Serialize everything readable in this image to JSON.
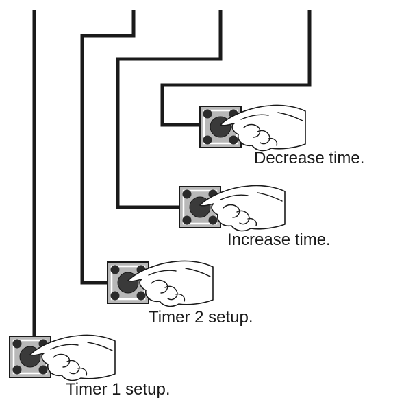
{
  "buttons": [
    {
      "id": "timer1",
      "label": "Timer 1 setup."
    },
    {
      "id": "timer2",
      "label": "Timer 2 setup."
    },
    {
      "id": "increase",
      "label": "Increase time."
    },
    {
      "id": "decrease",
      "label": "Decrease time."
    }
  ],
  "colors": {
    "wire": "#1a1a1a",
    "button_body": "#b8b8b8",
    "button_knob": "#3a3a3a",
    "hand_fill": "#ffffff"
  },
  "icons": {
    "button": "push-button-icon",
    "hand": "pointing-hand-icon"
  }
}
